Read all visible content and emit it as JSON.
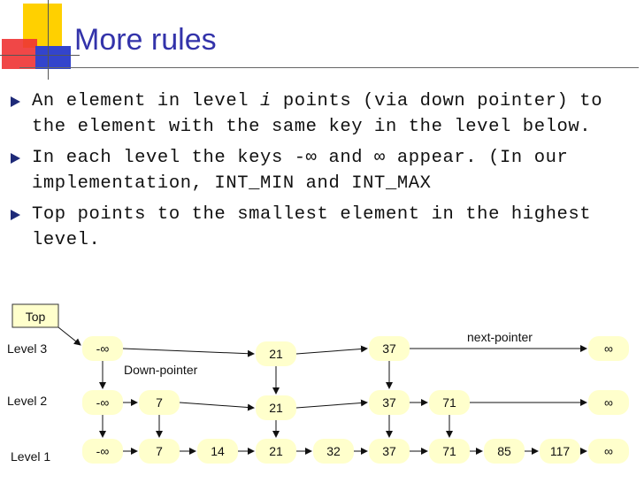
{
  "title": "More rules",
  "bullets": [
    {
      "before": "An element in level ",
      "italic": "i",
      "after": " points (via down pointer) to the element with the same key in the level below."
    },
    {
      "before": "In each level the keys -∞ and ∞ appear. (In our implementation, INT_MIN and INT_MAX",
      "italic": "",
      "after": ""
    },
    {
      "before": "Top points to the smallest element in the highest level.",
      "italic": "",
      "after": ""
    }
  ],
  "diagram": {
    "top_label": "Top",
    "level_labels": [
      "Level 3",
      "Level 2",
      "Level 1"
    ],
    "next_pointer_label": "next-pointer",
    "down_pointer_label": "Down-pointer",
    "levels": [
      [
        "-∞",
        "21",
        "37",
        "∞"
      ],
      [
        "-∞",
        "7",
        "21",
        "37",
        "71",
        "∞"
      ],
      [
        "-∞",
        "7",
        "14",
        "21",
        "32",
        "37",
        "71",
        "85",
        "117",
        "∞"
      ]
    ]
  },
  "colors": {
    "title": "#3333aa",
    "node_fill": "#ffffcc",
    "top_fill": "#ffffcc",
    "bullet": "#1e2a78"
  }
}
